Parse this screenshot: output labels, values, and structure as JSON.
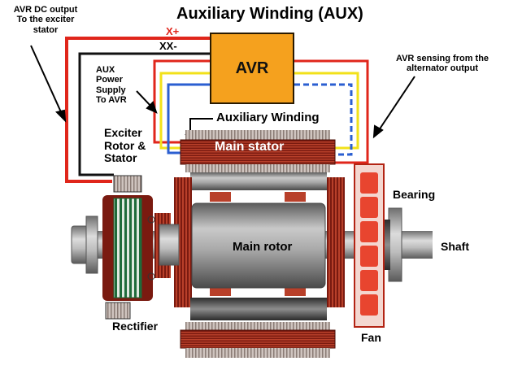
{
  "title": "Auxiliary Winding (AUX)",
  "avr_label": "AVR",
  "terminal_plus": "X+",
  "terminal_minus": "XX-",
  "annotations": {
    "avr_dc_output": "AVR DC output\nTo the exciter\nstator",
    "aux_power_supply": "AUX\nPower\nSupply\nTo AVR",
    "avr_sensing": "AVR sensing from the\nalternator output",
    "auxiliary_winding": "Auxiliary Winding"
  },
  "components": {
    "exciter": "Exciter\nRotor &\nStator",
    "main_stator": "Main stator",
    "main_rotor": "Main rotor",
    "bearing": "Bearing",
    "shaft": "Shaft",
    "rectifier": "Rectifier",
    "fan": "Fan"
  },
  "colors": {
    "wire_red": "#e0261b",
    "wire_yellow": "#f2e11a",
    "wire_blue": "#2b5fd1",
    "wire_black": "#111111",
    "avr_fill": "#f5a11e",
    "copper": "#8a1d12",
    "fan_red": "#e8452f"
  }
}
